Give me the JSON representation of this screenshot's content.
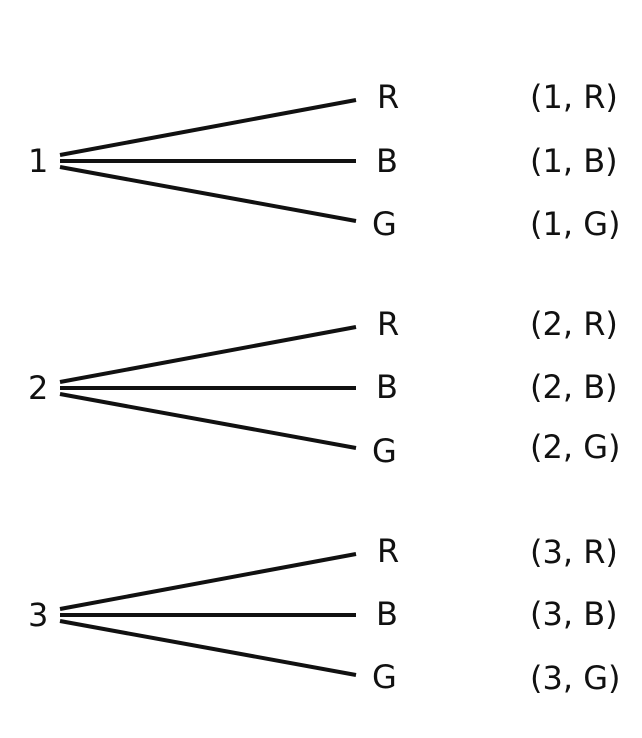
{
  "groups": [
    {
      "root": "1",
      "leaves": [
        "R",
        "B",
        "G"
      ],
      "outcomes": [
        "(1, R)",
        "(1, B)",
        "(1, G)"
      ]
    },
    {
      "root": "2",
      "leaves": [
        "R",
        "B",
        "G"
      ],
      "outcomes": [
        "(2, R)",
        "(2, B)",
        "(2, G)"
      ]
    },
    {
      "root": "3",
      "leaves": [
        "R",
        "B",
        "G"
      ],
      "outcomes": [
        "(3, R)",
        "(3, B)",
        "(3, G)"
      ]
    }
  ]
}
